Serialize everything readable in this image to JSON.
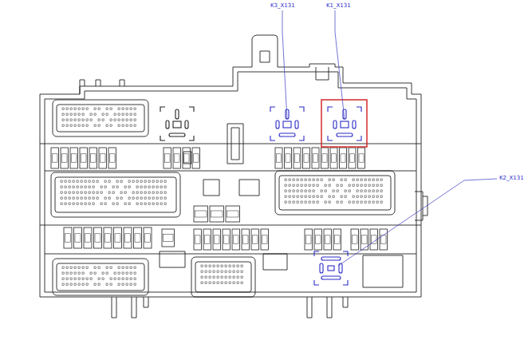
{
  "diagram": {
    "labels": [
      "K3_X131",
      "K1_X131",
      "K2_X131"
    ]
  }
}
